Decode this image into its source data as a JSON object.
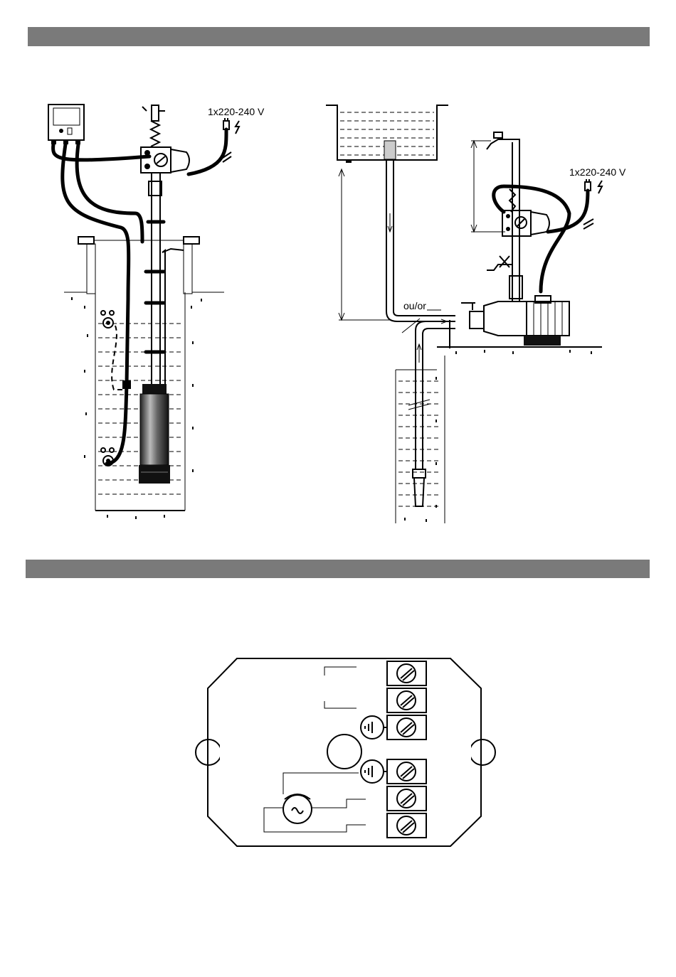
{
  "left_installation": {
    "voltage_label": "1x220-240 V"
  },
  "right_installation": {
    "voltage_label": "1x220-240 V",
    "alternative_label": "ou/or"
  },
  "terminal_box": {
    "terminals": [
      "screw-terminal",
      "screw-terminal",
      "screw-terminal",
      "screw-terminal",
      "screw-terminal",
      "screw-terminal"
    ],
    "symbols": [
      "ground-icon",
      "ground-icon",
      "ac-motor-icon"
    ]
  }
}
